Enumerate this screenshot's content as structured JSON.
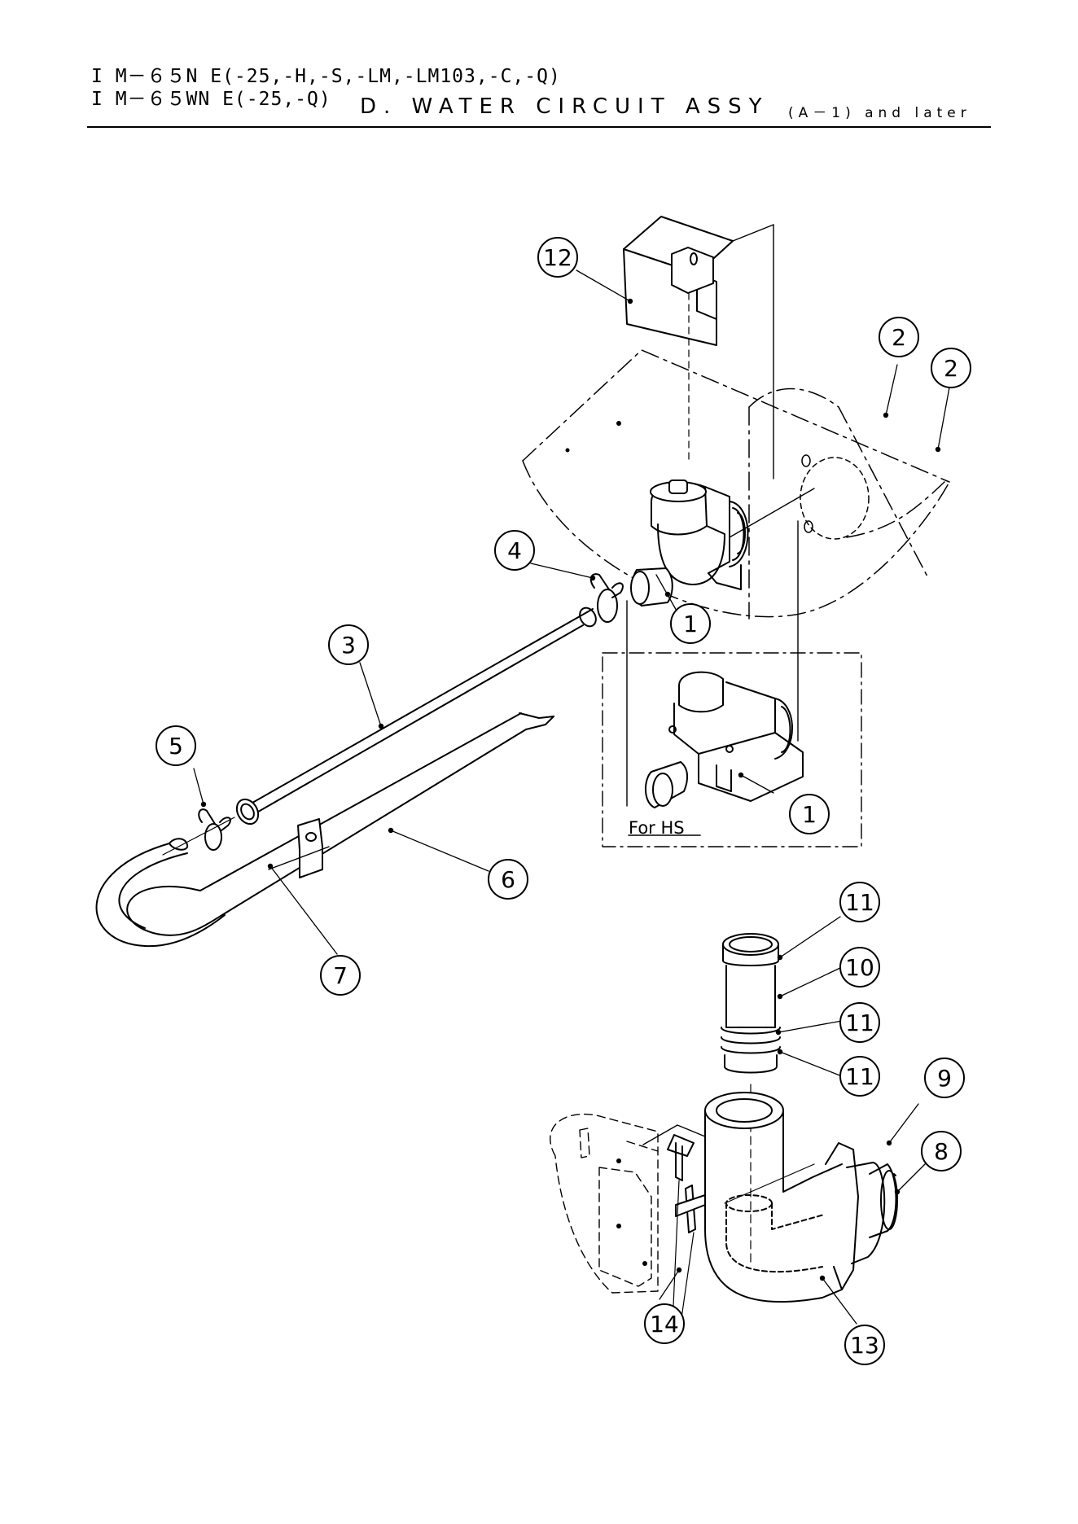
{
  "header": {
    "model_line_1": "I M－６５N E(-25,-H,-S,-LM,-LM103,-C,-Q)",
    "model_line_2": "I M－６５WN E(-25,-Q)",
    "title": "D. WATER CIRCUIT ASSY",
    "revision": "(A－1) and later"
  },
  "inset_label": "For HS",
  "callouts": [
    "12",
    "2",
    "2",
    "4",
    "1",
    "3",
    "5",
    "1",
    "6",
    "7",
    "11",
    "10",
    "11",
    "11",
    "9",
    "8",
    "14",
    "13"
  ],
  "colors": {
    "ink": "#000000",
    "paper": "#ffffff"
  }
}
